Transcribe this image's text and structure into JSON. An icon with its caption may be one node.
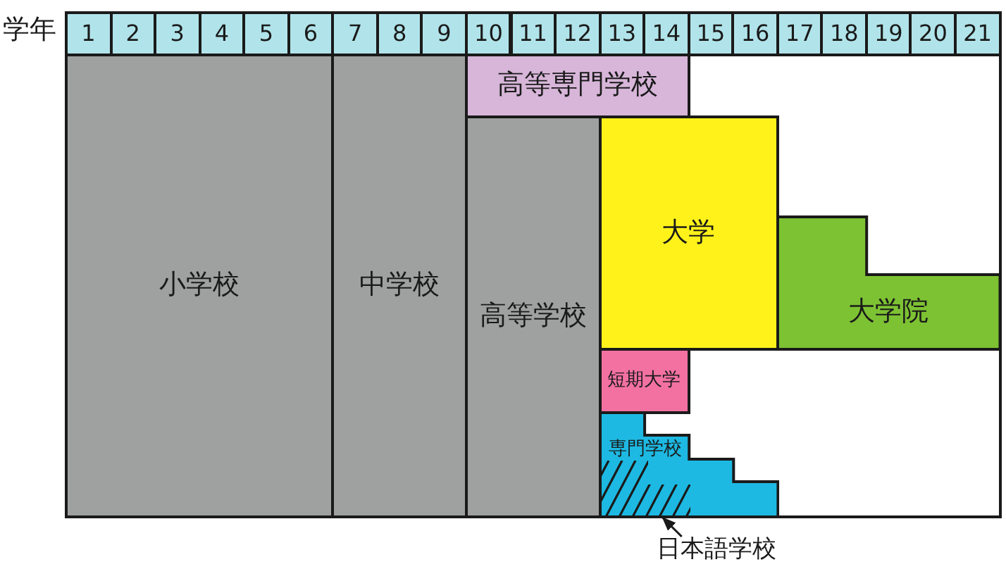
{
  "diagram": {
    "nodes": [
      {
        "text": [
          "小学校"
        ]
      },
      {
        "text": [
          "中学校"
        ]
      },
      {
        "text": [
          "高等専門学校"
        ]
      },
      {
        "text": [
          "高等学校"
        ]
      },
      {
        "text": [
          "大学"
        ]
      },
      {
        "text": [
          "大学院"
        ]
      },
      {
        "text": [
          "短期大学"
        ]
      },
      {
        "text": [
          "専門学校"
        ]
      },
      {
        "text": [],
        "shape": "hatching",
        "in": 7
      },
      {
        "text": [
          "日本語学校"
        ]
      }
    ],
    "edges": [
      {
        "from": 9,
        "to": 8,
        "arrow": "to"
      }
    ],
    "labels": [
      "学年",
      "1",
      "2",
      "3",
      "4",
      "5",
      "6",
      "7",
      "8",
      "9",
      "10",
      "11",
      "12",
      "13",
      "14",
      "15",
      "16",
      "17",
      "18",
      "19",
      "20",
      "21"
    ]
  }
}
